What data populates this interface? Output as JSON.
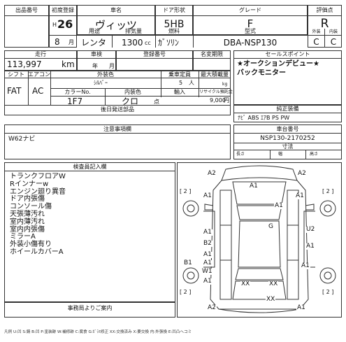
{
  "header": {
    "lot_label": "出品番号",
    "first_reg_label": "初度登録",
    "car_name_label": "車名",
    "door_label": "ドア形状",
    "grade_label": "グレード",
    "score_label": "評価点",
    "era": "H",
    "year": "26",
    "month": "8",
    "month_unit": "月",
    "car_name": "ヴィッツ",
    "door": "5HB",
    "grade": "F",
    "score": "R",
    "purpose_label": "用途",
    "displacement_label": "排気量",
    "fuel_label": "燃料",
    "model_label": "型式",
    "exterior_score_label": "外装",
    "interior_score_label": "内装",
    "purpose": "レンタ",
    "displacement": "1300",
    "displacement_unit": "cc",
    "fuel": "ｶﾞｿﾘﾝ",
    "model": "DBA-NSP130",
    "exterior_score": "C",
    "interior_score": "C"
  },
  "mileage": {
    "label": "走行",
    "value": "113,997",
    "unit": "km",
    "inspection_label": "車検",
    "year_unit": "年",
    "month_unit": "月",
    "reg_label": "登録番号",
    "name_change_label": "名変期限"
  },
  "specs": {
    "shift_label": "シフト",
    "ac_label": "エアコン",
    "exterior_color_label": "外装色",
    "capacity_label": "乗車定員",
    "load_label": "最大積載量",
    "shift": "FAT",
    "ac": "AC",
    "exterior_color": "ｼﾙﾊﾞｰ",
    "capacity": "5",
    "capacity_unit": "人",
    "load_unit": "kg",
    "color_no_label": "カラーNo.",
    "interior_color_label": "内装色",
    "import_label": "輸入",
    "recycle_label": "リサイクル預託金",
    "color_no": "1F7",
    "interior_color": "クロ",
    "unit_pairs": "点",
    "recycle_value": "9,000",
    "recycle_unit": "円",
    "delivery_label": "後日発送部品"
  },
  "selling_points": {
    "label": "セールスポイント",
    "lines": [
      "★オークションデビュー★",
      "バックモニター"
    ]
  },
  "equipment": {
    "label": "純正装備",
    "value": "ﾅﾋﾞ ABS ｴｱB PS PW"
  },
  "notes": {
    "label": "注意事項欄",
    "text": "W62ナビ"
  },
  "chassis": {
    "label": "車台番号",
    "value": "NSP130-2170252"
  },
  "dimensions": {
    "label": "寸法",
    "length_label": "長さ",
    "width_label": "幅",
    "height_label": "高さ"
  },
  "inspector": {
    "label": "検査員記入欄",
    "lines": [
      "トランクフロアW",
      "Rインナーw",
      "エンジン廻り異音",
      "ドア内張傷",
      "コンソール傷",
      "天張薄汚れ",
      "室内薄汚れ",
      "室内内張傷",
      "ミラーA",
      "外装小傷有り",
      "ホイールカバーA"
    ]
  },
  "office": {
    "label": "事務局よりご案内"
  },
  "diagram": {
    "marks": [
      "A2",
      "A2",
      "A1",
      "A1",
      "A1",
      "A1",
      "G",
      "A1",
      "U2",
      "A1",
      "B2",
      "A1",
      "B1",
      "A1",
      "W1",
      "A1",
      "A1",
      "XX",
      "XX",
      "XX",
      "A2",
      "A1"
    ],
    "brackets": [
      "[ 2 ]",
      "[ 2 ]",
      "[ 2 ]",
      "[ 2 ]"
    ]
  },
  "legend": "凡例 U:凹 S:錆 B:凹 P:塗装跡 W:補修跡 C:腐食 G:ｶﾞﾗｽ修正 XX:交換済み X:要交換 内:外張換 E:凹凸ヘコミ"
}
